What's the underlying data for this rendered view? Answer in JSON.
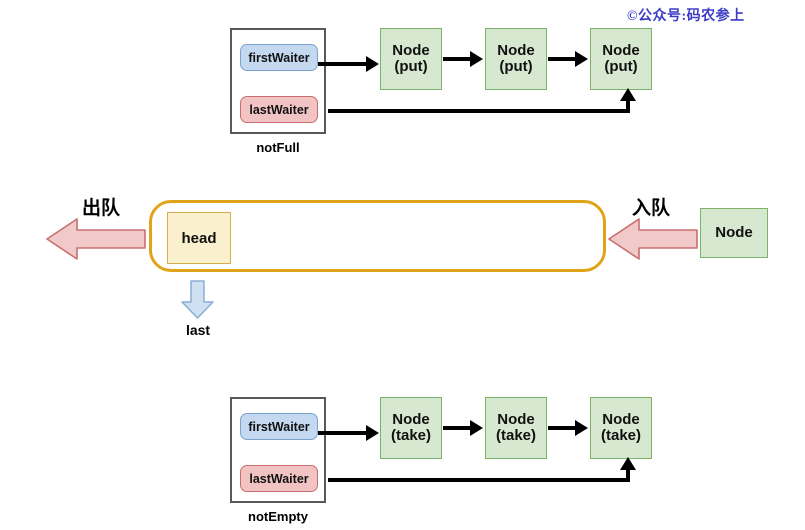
{
  "watermark": {
    "text": "©公众号:码农参上",
    "color": "#3b3bc8"
  },
  "colors": {
    "node_fill": "#d7e8d0",
    "node_border": "#7cb36a",
    "first_waiter_fill": "#c4d8f0",
    "first_waiter_border": "#7ba3d0",
    "last_waiter_fill": "#f2c3c3",
    "last_waiter_border": "#c96e6e",
    "queue_border": "#e0a41a",
    "head_fill": "#fbf0ce",
    "head_border": "#d6ae4b",
    "pink_arrow_fill": "#f2c9c9",
    "pink_arrow_border": "#c87070",
    "blue_arrow_fill": "#cfe0f3",
    "blue_arrow_border": "#7ba3d0",
    "line": "#000000",
    "container_border": "#595959"
  },
  "not_full_section": {
    "container_label": "notFull",
    "first_waiter_label": "firstWaiter",
    "last_waiter_label": "lastWaiter",
    "nodes": [
      {
        "line1": "Node",
        "line2": "(put)"
      },
      {
        "line1": "Node",
        "line2": "(put)"
      },
      {
        "line1": "Node",
        "line2": "(put)"
      }
    ]
  },
  "queue_section": {
    "head_label": "head",
    "last_label": "last",
    "dequeue_label": "出队",
    "enqueue_label": "入队",
    "incoming_node_label": "Node"
  },
  "not_empty_section": {
    "container_label": "notEmpty",
    "first_waiter_label": "firstWaiter",
    "last_waiter_label": "lastWaiter",
    "nodes": [
      {
        "line1": "Node",
        "line2": "(take)"
      },
      {
        "line1": "Node",
        "line2": "(take)"
      },
      {
        "line1": "Node",
        "line2": "(take)"
      }
    ]
  }
}
